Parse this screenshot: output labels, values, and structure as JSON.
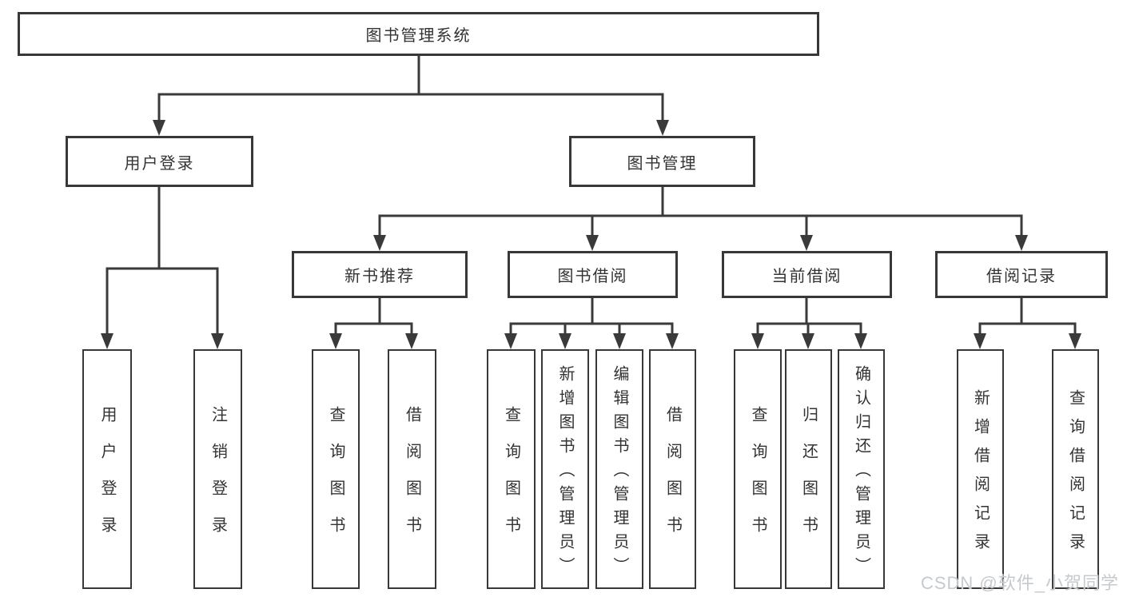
{
  "title": "图书管理系统",
  "tree": {
    "root": {
      "label": "图书管理系统"
    },
    "level2": [
      {
        "label": "用户登录",
        "children": [
          {
            "label": "用户登录"
          },
          {
            "label": "注销登录"
          }
        ]
      },
      {
        "label": "图书管理",
        "children": [
          {
            "label": "新书推荐",
            "children": [
              {
                "label": "查询图书"
              },
              {
                "label": "借阅图书"
              }
            ]
          },
          {
            "label": "图书借阅",
            "children": [
              {
                "label": "查询图书"
              },
              {
                "label": "新增图书（管理员）"
              },
              {
                "label": "编辑图书（管理员）"
              },
              {
                "label": "借阅图书"
              }
            ]
          },
          {
            "label": "当前借阅",
            "children": [
              {
                "label": "查询图书"
              },
              {
                "label": "归还图书"
              },
              {
                "label": "确认归还（管理员）"
              }
            ]
          },
          {
            "label": "借阅记录",
            "children": [
              {
                "label": "新增借阅记录"
              },
              {
                "label": "查询借阅记录"
              }
            ]
          }
        ]
      }
    ]
  },
  "watermark": {
    "text": "CSDN @软件_小贺同学"
  },
  "colors": {
    "line": "#3a3a3a",
    "box_border": "#383838",
    "text": "#333333",
    "background": "#ffffff",
    "watermark_text": "#c6cacd"
  }
}
